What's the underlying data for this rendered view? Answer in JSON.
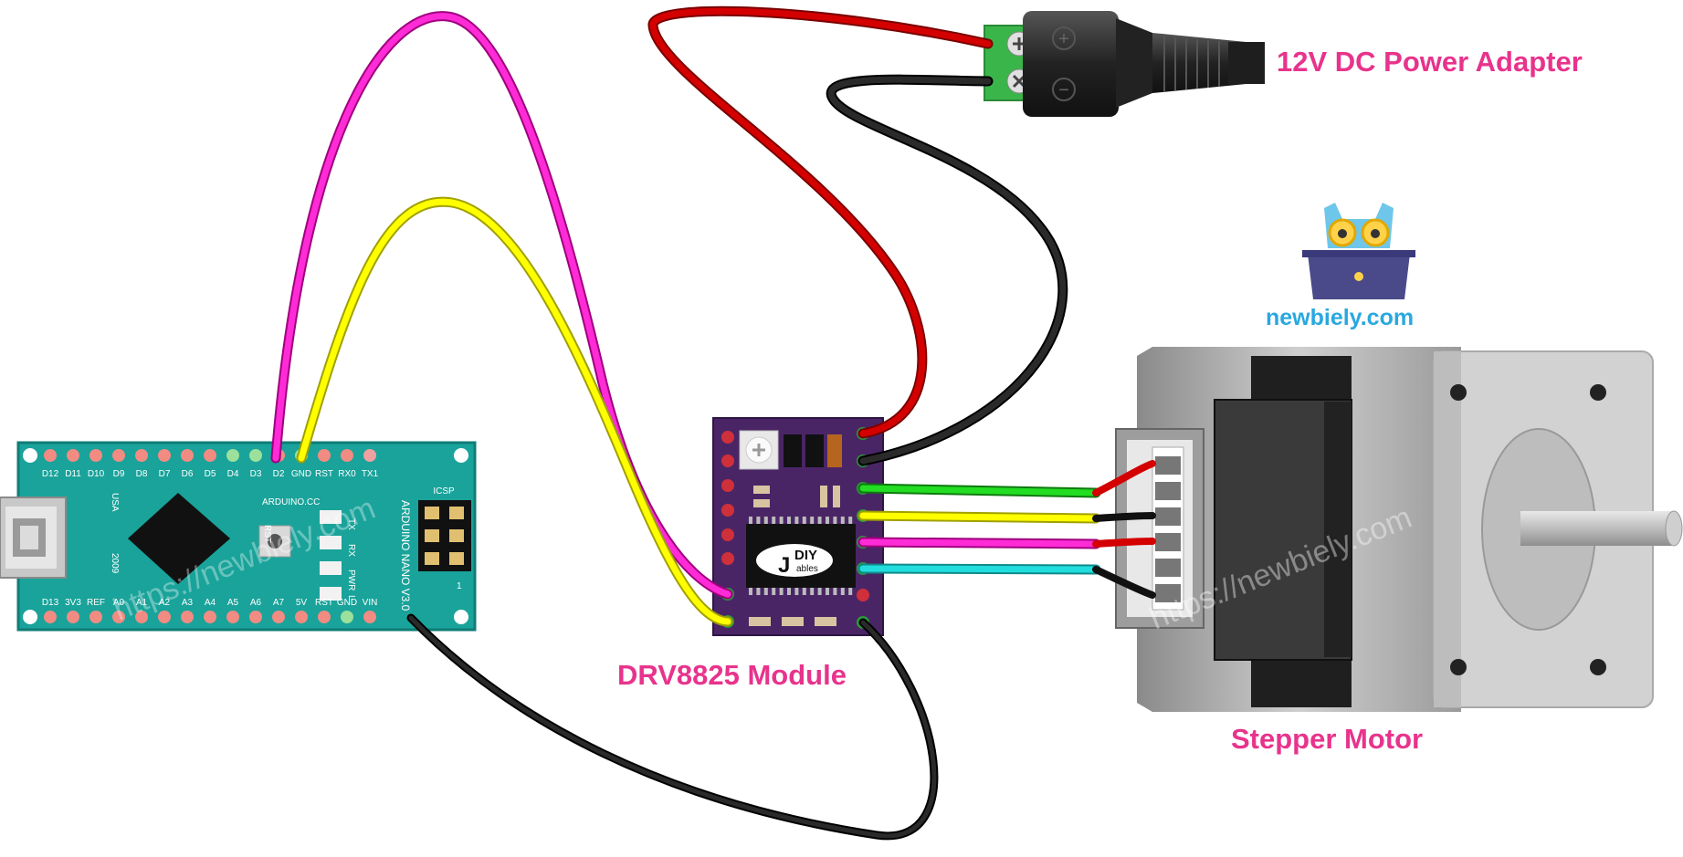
{
  "labels": {
    "power_adapter": "12V DC Power Adapter",
    "driver_module": "DRV8825 Module",
    "motor": "Stepper Motor",
    "brand": "newbiely.com",
    "watermark": "https://newbiely.com"
  },
  "arduino": {
    "name": "ARDUINO NANO V3.0",
    "arduino_cc": "ARDUINO.CC",
    "usa": "USA",
    "year": "2009",
    "rst": "RST",
    "icsp": "ICSP",
    "icsp_num": "1",
    "leds": [
      "TX",
      "RX",
      "PWR",
      "L"
    ],
    "top_pins": [
      "D12",
      "D11",
      "D10",
      "D9",
      "D8",
      "D7",
      "D6",
      "D5",
      "D4",
      "D3",
      "D2",
      "GND",
      "RST",
      "RX0",
      "TX1"
    ],
    "bottom_pins": [
      "D13",
      "3V3",
      "REF",
      "A0",
      "A1",
      "A2",
      "A3",
      "A4",
      "A5",
      "A6",
      "A7",
      "5V",
      "RST",
      "GND",
      "VIN"
    ]
  },
  "module_logo": {
    "line1": "DIY",
    "line2": "ables"
  },
  "jack": {
    "plus": "+",
    "minus": "−"
  },
  "colors": {
    "label": "#e8338c",
    "brand": "#29a8e0",
    "board": "#19a39a",
    "module": "#4a2566",
    "wire_magenta": "#ff2bd6",
    "wire_yellow": "#ffff00",
    "wire_red": "#d40000",
    "wire_black": "#1a1a1a",
    "wire_green": "#22dd22",
    "wire_cyan": "#22dddd"
  }
}
